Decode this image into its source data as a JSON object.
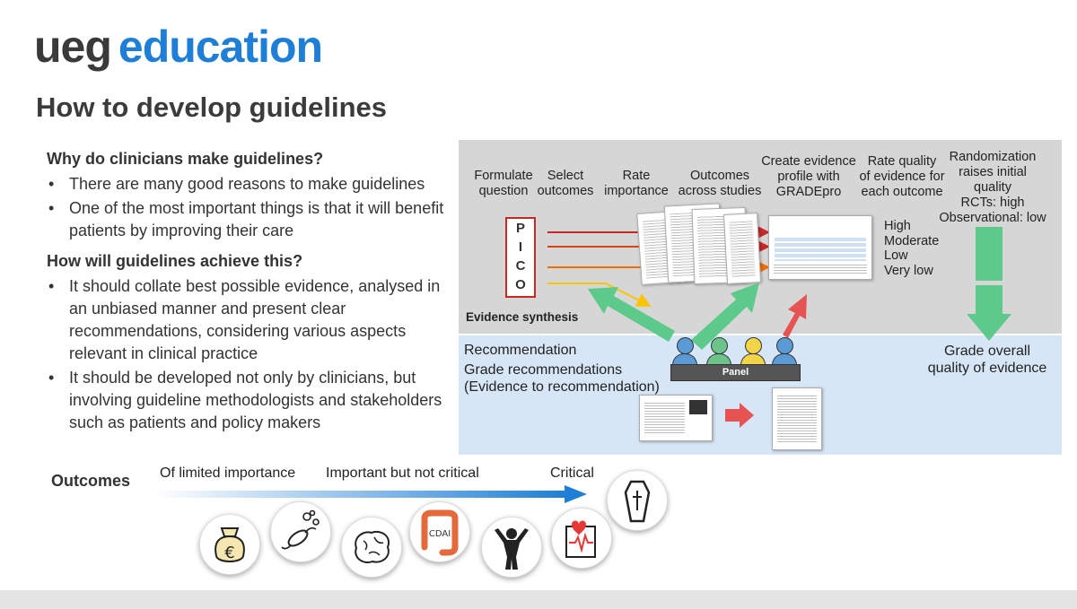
{
  "brand": {
    "part1": "ueg",
    "part2": "education"
  },
  "title": "How to develop guidelines",
  "left": {
    "q1": "Why do clinicians make guidelines?",
    "q1_bullets": [
      "There are many good reasons to make guidelines",
      "One of the most important things is that it will benefit patients by improving their care"
    ],
    "q2": "How will guidelines achieve this?",
    "q2_bullets": [
      "It should collate best possible evidence, analysed in an unbiased manner and present clear recommendations, considering various aspects relevant in clinical practice",
      "It should be developed not only by clinicians, but involving guideline methodologists and stakeholders such as patients and policy makers"
    ]
  },
  "diagram": {
    "steps": {
      "s1": [
        "Formulate",
        "question"
      ],
      "s2": [
        "Select",
        "outcomes"
      ],
      "s3": [
        "Rate",
        "importance"
      ],
      "s4": [
        "Outcomes",
        "across studies"
      ],
      "s5": [
        "Create evidence",
        "profile with",
        "GRADEpro"
      ],
      "s6": [
        "Rate quality",
        "of evidence for",
        "each outcome"
      ],
      "s7": [
        "Randomization",
        "raises initial",
        "quality",
        "RCTs: high",
        "Observational: low"
      ]
    },
    "pico": [
      "P",
      "I",
      "C",
      "O"
    ],
    "quality_levels": [
      "High",
      "Moderate",
      "Low",
      "Very low"
    ],
    "evidence_synthesis": "Evidence synthesis",
    "recommendation": "Recommendation",
    "grade_recs": [
      "Grade recommendations",
      "(Evidence to recommendation)"
    ],
    "panel": "Panel",
    "grade_overall": [
      "Grade overall",
      "quality of evidence"
    ],
    "colors": {
      "red": "#c62828",
      "orange": "#ef6c00",
      "yellow": "#f9c400",
      "green": "#5dc98a",
      "coral": "#e55353",
      "blue": "#1f7fd6"
    }
  },
  "outcomes": {
    "label": "Outcomes",
    "limited": "Of limited importance",
    "important": "Important but not critical",
    "critical": "Critical",
    "icons": [
      "money-bag-icon",
      "bacteria-icon",
      "brain-icon",
      "colon-icon",
      "person-icon",
      "heart-monitor-icon",
      "coffin-icon"
    ],
    "cdai": "CDAI",
    "euro": "€"
  }
}
